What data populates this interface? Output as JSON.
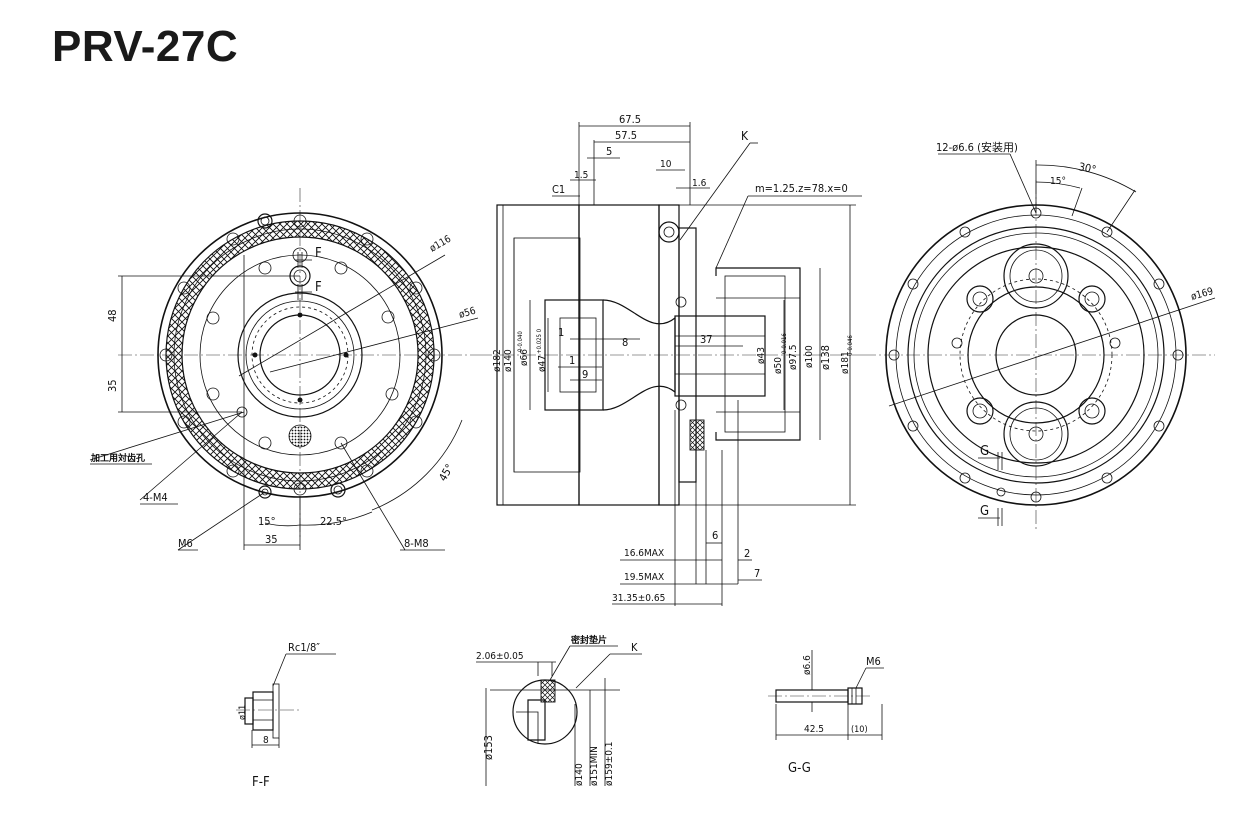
{
  "title": "PRV-27C",
  "front_view": {
    "dim_116": "ø116",
    "dim_56": "ø56",
    "dim_48": "48",
    "dim_35_v": "35",
    "dim_35_h": "35",
    "dim_15deg": "15°",
    "dim_22_5deg": "22.5°",
    "dim_45deg": "45°",
    "label_f_top": "F",
    "label_f_bottom": "F",
    "label_hole": "加工用対齿孔",
    "label_4m4": "4-M4",
    "label_m6": "M6",
    "label_8m8": "8-M8"
  },
  "section_view": {
    "dim_67_5": "67.5",
    "dim_57_5": "57.5",
    "dim_5": "5",
    "dim_10": "10",
    "dim_1_5": "1.5",
    "dim_1_6": "1.6",
    "dim_c1": "C1",
    "label_k": "K",
    "gear_spec": "m=1.25.z=78.x=0",
    "dim_182": "ø182",
    "dim_140": "ø140",
    "dim_140_tol": "0-0.040",
    "dim_66": "ø66",
    "dim_47": "ø47",
    "dim_47_tol": "+0.025 0",
    "dim_1a": "1",
    "dim_1b": "1",
    "dim_8": "8",
    "dim_9": "9",
    "dim_37": "37",
    "dim_43": "ø43",
    "dim_50": "ø50",
    "dim_50_tol": "0-0.016",
    "dim_97_5": "ø97.5",
    "dim_100": "ø100",
    "dim_138": "ø138",
    "dim_181": "ø181",
    "dim_181_tol": "0-0.046",
    "dim_16_6": "16.6MAX",
    "dim_19_5": "19.5MAX",
    "dim_31_35": "31.35±0.65",
    "dim_6": "6",
    "dim_2": "2",
    "dim_7": "7"
  },
  "rear_view": {
    "label_holes": "12-ø6.6 (安装用)",
    "dim_30deg": "30°",
    "dim_15deg": "15°",
    "dim_169": "ø169",
    "label_g_top": "G",
    "label_g_bottom": "G"
  },
  "detail_ff": {
    "label_rc": "Rc1/8″",
    "dim_11": "ø11",
    "dim_8": "8",
    "caption": "F-F"
  },
  "detail_k": {
    "dim_2_06": "2.06±0.05",
    "label_seal": "密封垫片",
    "label_k": "K",
    "dim_153": "ø153",
    "dim_140": "ø140",
    "dim_151": "ø151MIN",
    "dim_159": "ø159±0.1"
  },
  "detail_gg": {
    "dim_6_6": "ø6.6",
    "label_m6": "M6",
    "dim_42_5": "42.5",
    "dim_10": "(10)",
    "caption": "G-G"
  }
}
